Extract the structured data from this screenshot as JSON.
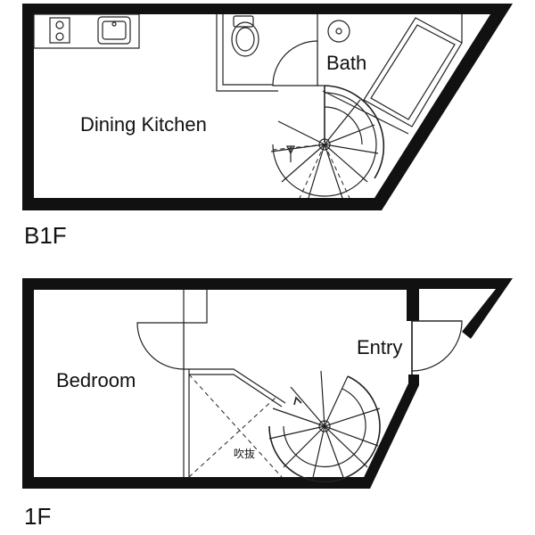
{
  "floors": {
    "b1f": {
      "label": "B1F",
      "rooms": {
        "dining_kitchen": "Dining Kitchen",
        "bath": "Bath"
      }
    },
    "f1": {
      "label": "1F",
      "rooms": {
        "bedroom": "Bedroom",
        "entry": "Entry",
        "void": "吹抜"
      }
    }
  },
  "colors": {
    "wall": "#111111",
    "line": "#222222",
    "background": "#ffffff"
  }
}
